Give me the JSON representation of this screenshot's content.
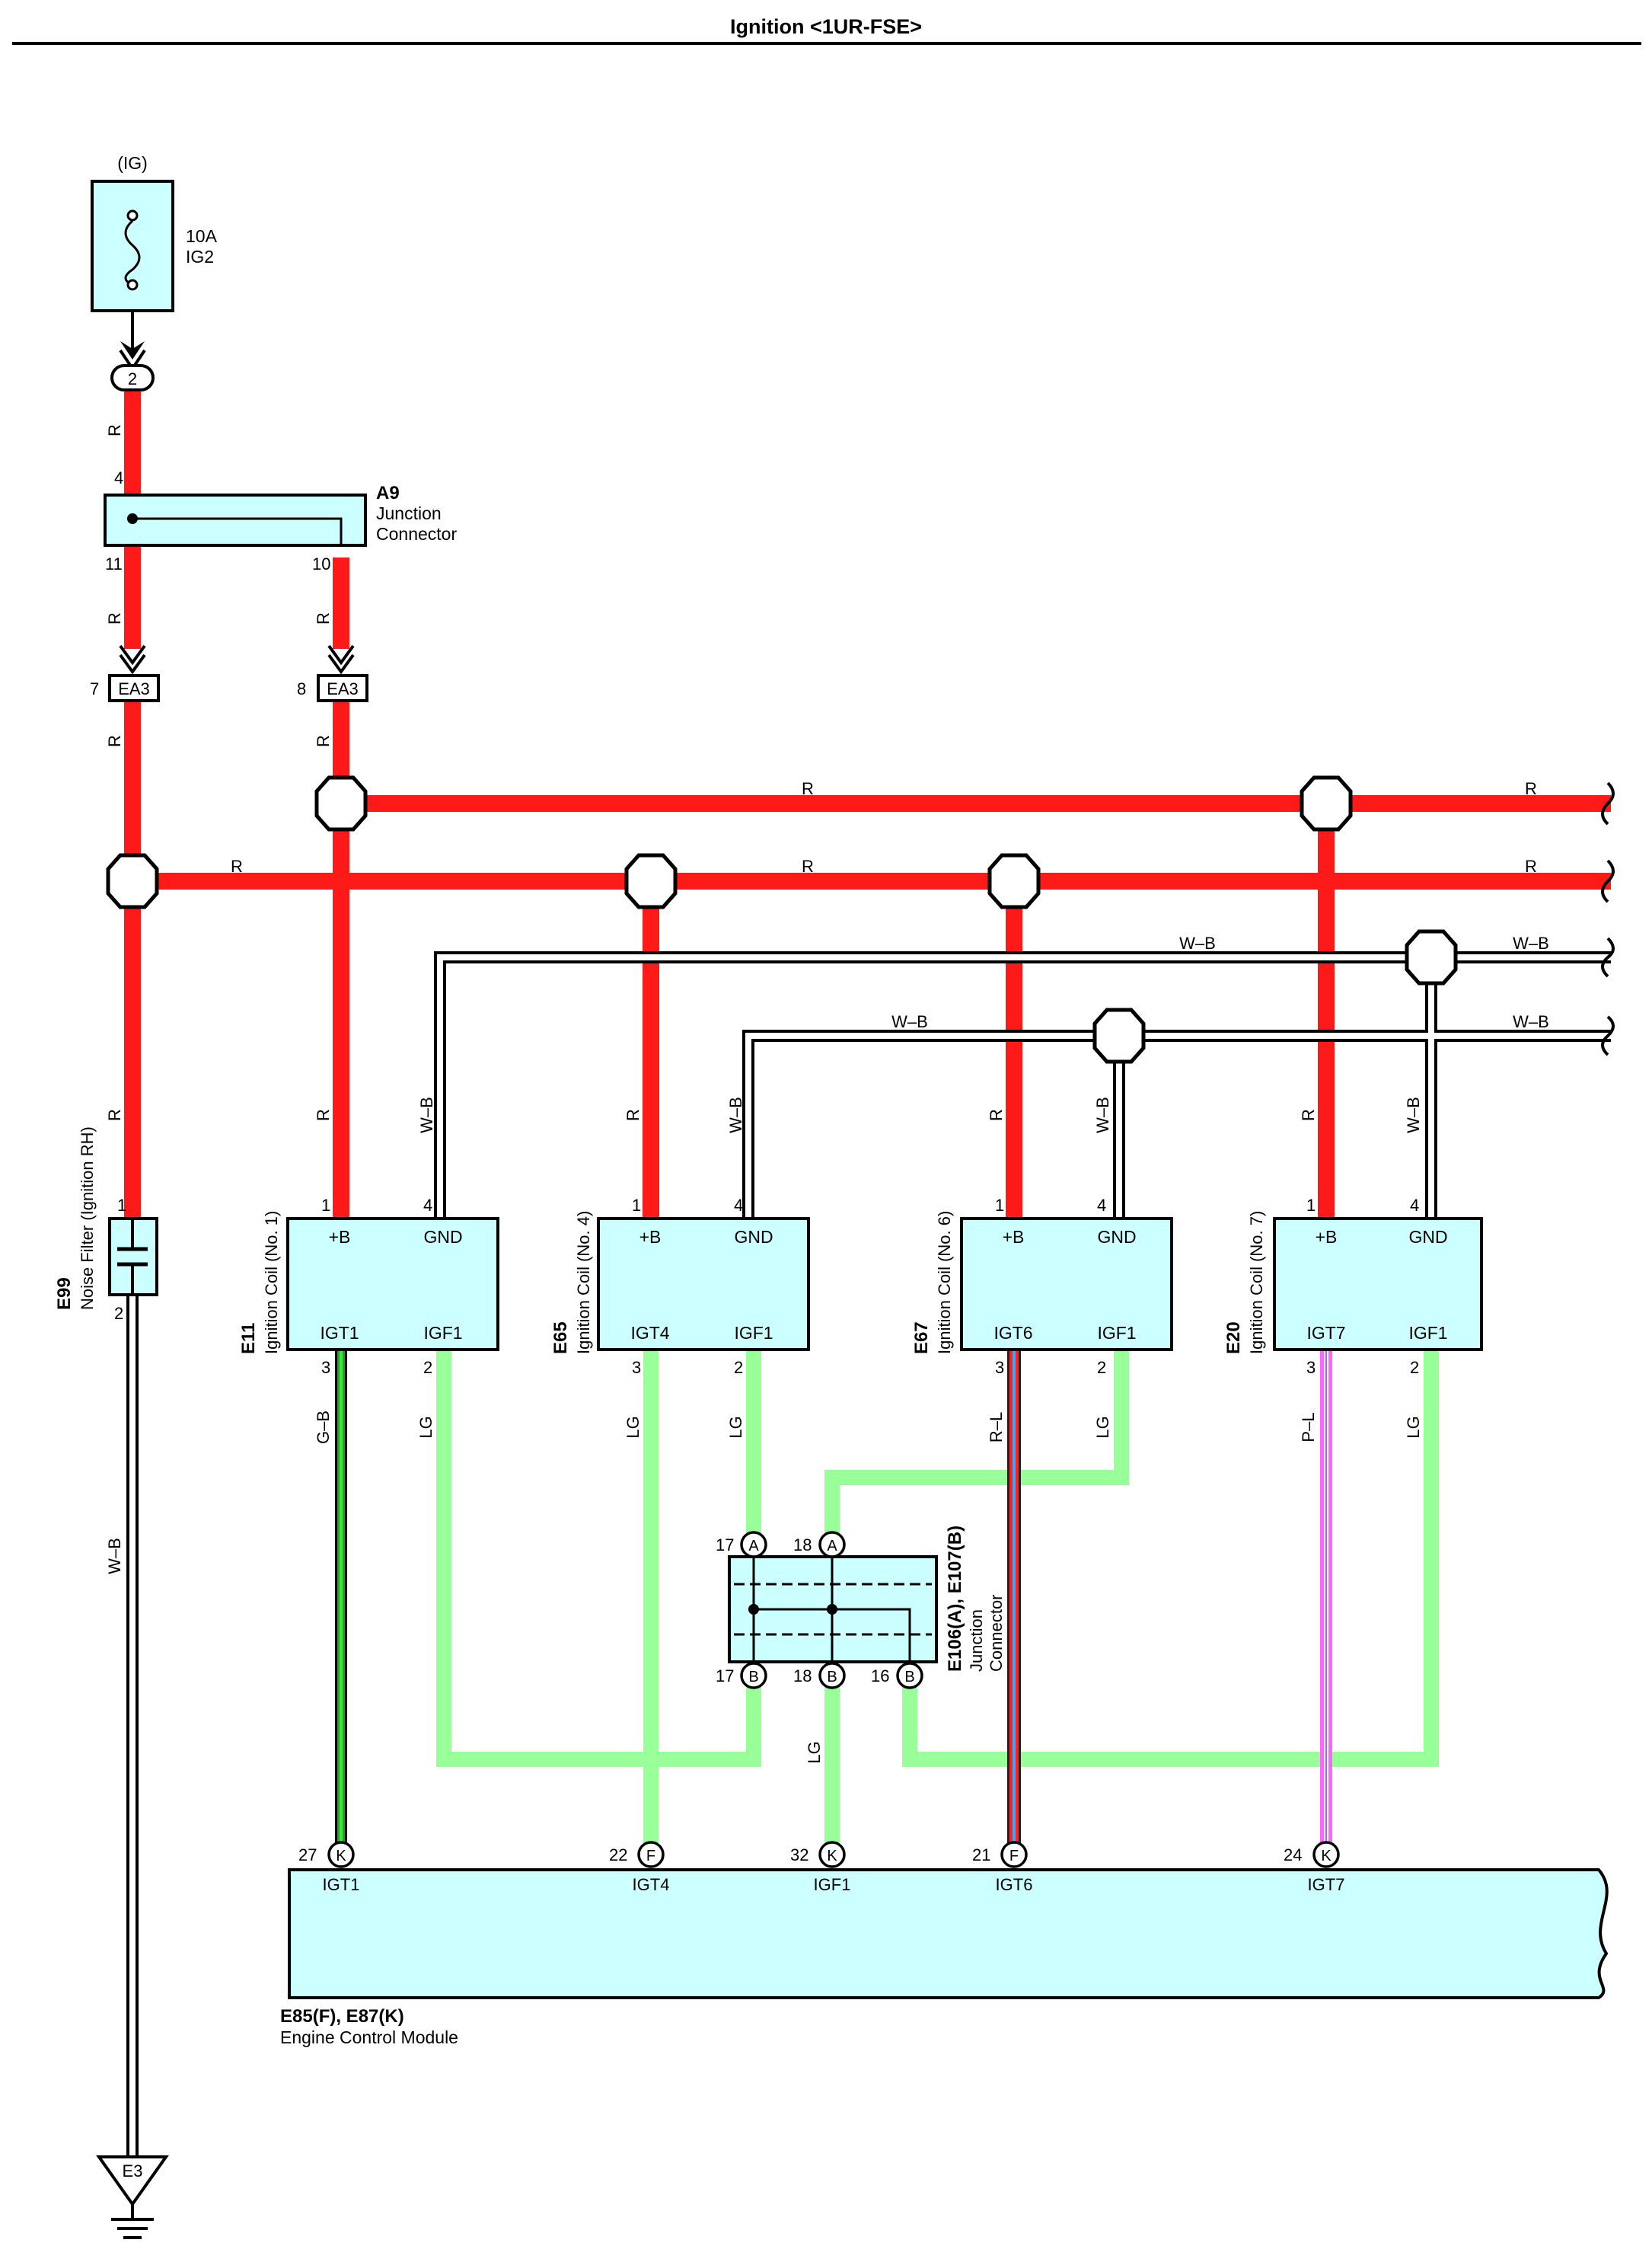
{
  "title": "Ignition <1UR-FSE>",
  "fuse": {
    "source": "(IG)",
    "rating": "10A",
    "name": "IG2",
    "pin": "2"
  },
  "a9": {
    "code": "A9",
    "line1": "Junction",
    "line2": "Connector",
    "pin_top": "4",
    "pin_left": "11",
    "pin_right": "10"
  },
  "ea3": {
    "label": "EA3",
    "pin_left": "7",
    "pin_right": "8"
  },
  "wire_colors": {
    "r": "R",
    "wb": "W–B",
    "gb": "G–B",
    "lg": "LG",
    "rl": "R–L",
    "pl": "P–L"
  },
  "noise_filter": {
    "code": "E99",
    "name": "Noise Filter (Ignition RH)",
    "pin1": "1",
    "pin2": "2"
  },
  "ground": {
    "label": "E3"
  },
  "coils": [
    {
      "code": "E11",
      "name": "Ignition Coil (No. 1)",
      "tl": "+B",
      "tr": "GND",
      "bl": "IGT1",
      "br": "IGF1",
      "p1": "1",
      "p4": "4",
      "p3": "3",
      "p2": "2",
      "wire": "G–B"
    },
    {
      "code": "E65",
      "name": "Ignition Coil (No. 4)",
      "tl": "+B",
      "tr": "GND",
      "bl": "IGT4",
      "br": "IGF1",
      "p1": "1",
      "p4": "4",
      "p3": "3",
      "p2": "2",
      "wire": "LG"
    },
    {
      "code": "E67",
      "name": "Ignition Coil (No. 6)",
      "tl": "+B",
      "tr": "GND",
      "bl": "IGT6",
      "br": "IGF1",
      "p1": "1",
      "p4": "4",
      "p3": "3",
      "p2": "2",
      "wire": "R–L"
    },
    {
      "code": "E20",
      "name": "Ignition Coil (No. 7)",
      "tl": "+B",
      "tr": "GND",
      "bl": "IGT7",
      "br": "IGF1",
      "p1": "1",
      "p4": "4",
      "p3": "3",
      "p2": "2",
      "wire": "P–L"
    }
  ],
  "junction2": {
    "code": "E106(A), E107(B)",
    "line1": "Junction",
    "line2": "Connector",
    "top": [
      {
        "num": "17",
        "letter": "A"
      },
      {
        "num": "18",
        "letter": "A"
      }
    ],
    "bottom": [
      {
        "num": "17",
        "letter": "B"
      },
      {
        "num": "18",
        "letter": "B"
      },
      {
        "num": "16",
        "letter": "B"
      }
    ]
  },
  "ecm": {
    "code": "E85(F), E87(K)",
    "name": "Engine Control Module",
    "pins": [
      {
        "num": "27",
        "letter": "K",
        "label": "IGT1"
      },
      {
        "num": "22",
        "letter": "F",
        "label": "IGT4"
      },
      {
        "num": "32",
        "letter": "K",
        "label": "IGF1"
      },
      {
        "num": "21",
        "letter": "F",
        "label": "IGT6"
      },
      {
        "num": "24",
        "letter": "K",
        "label": "IGT7"
      }
    ]
  },
  "colors": {
    "power": "#ff1a1a",
    "signal_lg": "#99ff99",
    "component_fill": "#ccffff"
  }
}
